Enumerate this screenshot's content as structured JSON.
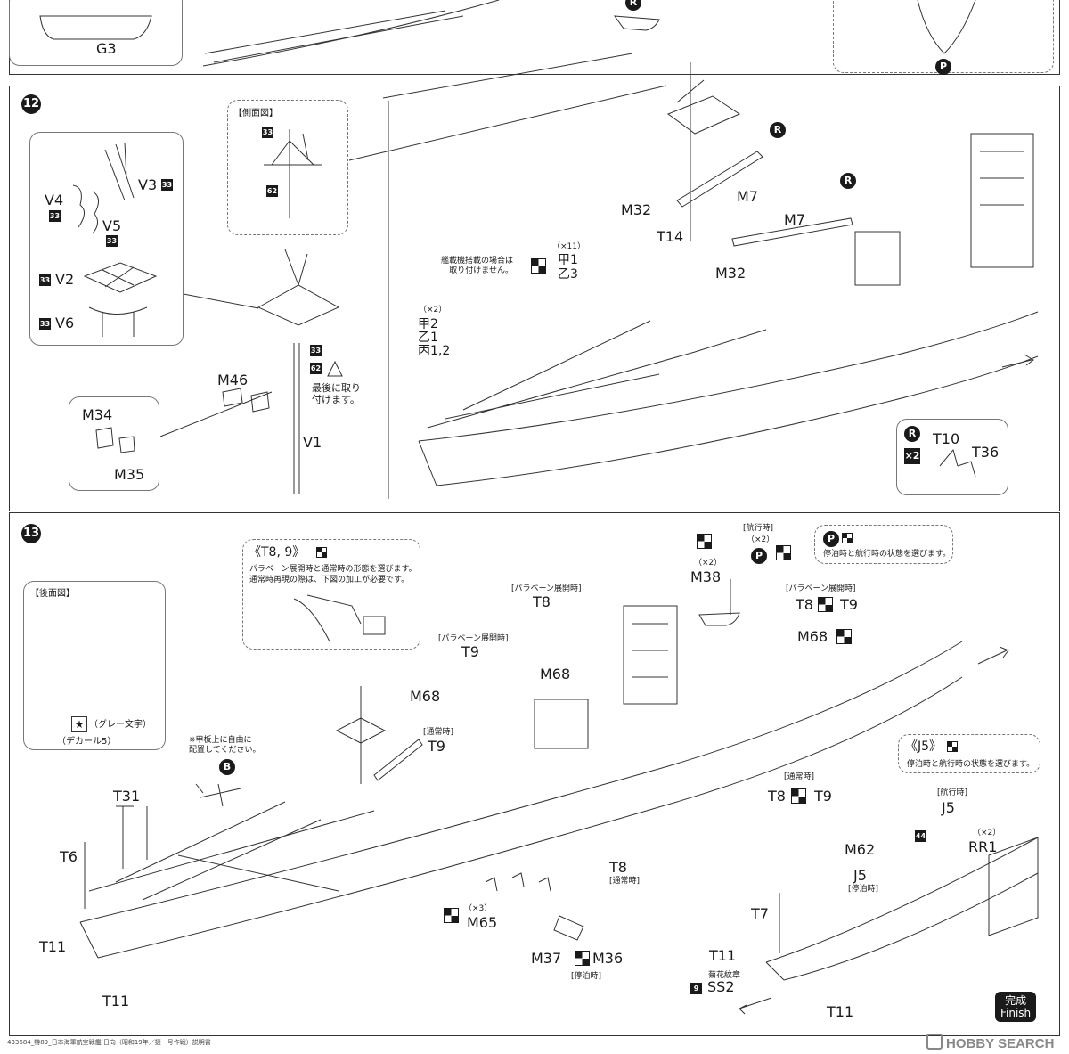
{
  "step11_partial": {
    "g3": "G3",
    "r_marker": "R",
    "p_marker": "P"
  },
  "step12": {
    "number": "12",
    "side_view": {
      "title": "【側面図】",
      "code_a": "33",
      "code_b": "62"
    },
    "parts": {
      "v4": "V4",
      "v4_code": "33",
      "v3": "V3",
      "v3_code": "33",
      "v5": "V5",
      "v5_code": "33",
      "v2": "V2",
      "v2_code": "33",
      "v6": "V6",
      "v6_code": "33",
      "m46": "M46",
      "m34": "M34",
      "m35": "M35",
      "v1": "V1",
      "v1_code_a": "33",
      "v1_code_b": "62",
      "m32_a": "M32",
      "t14": "T14",
      "m32_b": "M32",
      "m7_a": "M7",
      "m7_b": "M7"
    },
    "caution": "最後に取り\n付けます。",
    "aircraft_note": "艦載機搭載の場合は\n取り付けません。",
    "group_x11": {
      "mult": "（×11）",
      "line1": "甲1",
      "line2": "乙3"
    },
    "group_x2": {
      "mult": "（×2）",
      "line1": "甲2",
      "line2": "乙1",
      "line3": "丙1,2"
    },
    "legend": {
      "marker": "R",
      "mult": "×2",
      "part_a": "T10",
      "part_b": "T36"
    }
  },
  "step13": {
    "number": "13",
    "rear_view": {
      "title": "【後面図】",
      "gray_text": "（グレー文字）",
      "decal": "（デカール5）"
    },
    "t89": {
      "title": "《T8, 9》",
      "desc": "パラベーン展開時と通常時の形態を選びます。\n通常時再現の際は、下図の加工が必要です。"
    },
    "p_note": {
      "marker": "P",
      "text": "停泊時と航行時の状態を選びます。"
    },
    "j5_note": {
      "title": "《J5》",
      "text": "停泊時と航行時の状態を選びます。"
    },
    "deck_note": "※甲板上に自由に\n配置してください。",
    "parts": {
      "t31": "T31",
      "t6": "T6",
      "t11_a": "T11",
      "t11_b": "T11",
      "t9_para": "T9",
      "para_bracket_1": "[パラベーン展開時]",
      "m68_a": "M68",
      "t8_top": "T8",
      "para_bracket_2": "[パラベーン展開時]",
      "m68_b": "M68",
      "t9_normal": "T9",
      "normal_bracket_1": "[通常時]",
      "m38": "M38",
      "m38_mult": "（×2）",
      "sailing_bracket": "[航行時]",
      "p_mult": "（×2）",
      "t8_right": "T8",
      "t9_right": "T9",
      "para_bracket_3": "[パラベーン展開時]",
      "m68_c": "M68",
      "t8_mid": "T8",
      "t9_mid": "T9",
      "normal_bracket_2": "[通常時]",
      "t8_bottom": "T8",
      "normal_bracket_3": "[通常時]",
      "m65": "M65",
      "m65_mult": "（×3）",
      "m37": "M37",
      "m36": "M36",
      "anchored_bracket": "[停泊時]",
      "t7": "T7",
      "t11_c": "T11",
      "t11_d": "T11",
      "ss2": "SS2",
      "ss2_code": "9",
      "ss2_note": "菊花紋章",
      "j5_a": "J5",
      "j5_sailing": "[航行時]",
      "rr1": "RR1",
      "rr1_mult": "（×2）",
      "code_44": "44",
      "m62": "M62",
      "j5_b": "J5",
      "j5_anchored": "[停泊時]",
      "b_marker": "B"
    }
  },
  "finish": {
    "jp": "完成",
    "en": "Finish"
  },
  "footer": "433684_特89_日本海軍航空戦艦 日向（昭和19年／捷一号作戦）説明書",
  "watermark": "HOBBY SEARCH"
}
